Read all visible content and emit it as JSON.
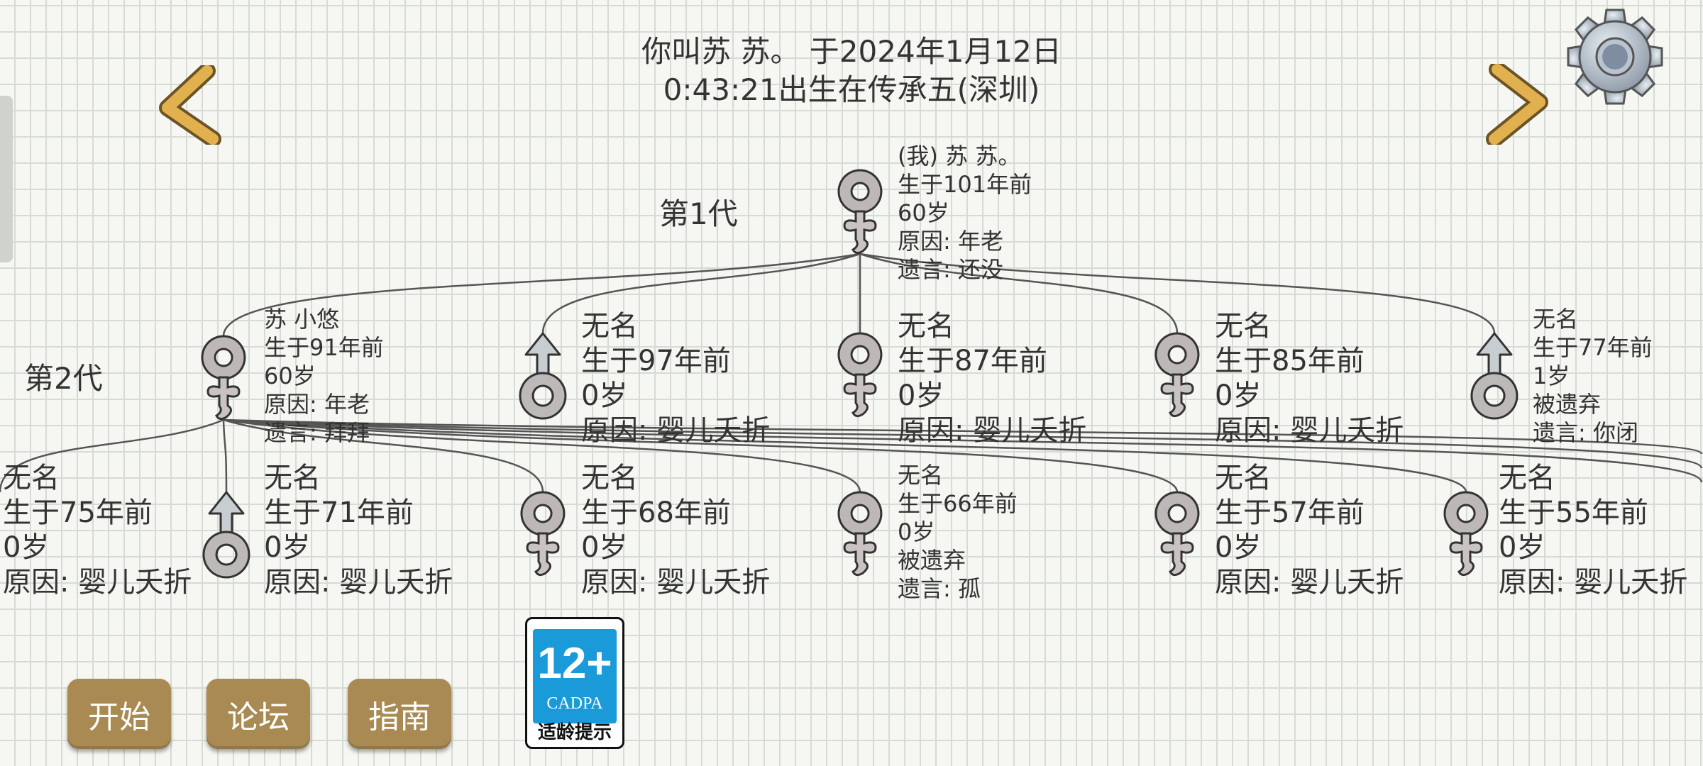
{
  "header": {
    "title_line1": "你叫苏 苏。 于2024年1月12日",
    "title_line2": "0:43:21出生在传承五(深圳)"
  },
  "icons": {
    "prev": "chevron-left-icon",
    "next": "chevron-right-icon",
    "settings": "gear-icon"
  },
  "colors": {
    "button": "#a88a52",
    "badge_blue": "#1a9ad9",
    "arrow": "#e2b14f"
  },
  "generations": [
    {
      "label": "第1代"
    },
    {
      "label": "第2代"
    }
  ],
  "tree": {
    "gen1": [
      {
        "gender": "female",
        "size": "small",
        "lines": [
          "(我) 苏 苏。",
          "生于101年前",
          "60岁",
          "原因: 年老",
          "遗言: 还没"
        ]
      }
    ],
    "gen2": [
      {
        "gender": "female",
        "size": "small",
        "lines": [
          "苏 小悠",
          "生于91年前",
          "60岁",
          "原因: 年老",
          "遗言: 拜拜"
        ]
      },
      {
        "gender": "male",
        "size": "large",
        "lines": [
          "无名",
          "生于97年前",
          "0岁",
          "原因: 婴儿夭折"
        ]
      },
      {
        "gender": "female",
        "size": "large",
        "lines": [
          "无名",
          "生于87年前",
          "0岁",
          "原因: 婴儿夭折"
        ]
      },
      {
        "gender": "female",
        "size": "large",
        "lines": [
          "无名",
          "生于85年前",
          "0岁",
          "原因: 婴儿夭折"
        ]
      },
      {
        "gender": "male",
        "size": "small",
        "lines": [
          "无名",
          "生于77年前",
          "1岁",
          "被遗弃",
          "遗言: 你闭"
        ]
      }
    ],
    "gen3": [
      {
        "gender": "female",
        "size": "large",
        "lines": [
          "无名",
          "生于75年前",
          "0岁",
          "原因: 婴儿夭折"
        ]
      },
      {
        "gender": "male",
        "size": "large",
        "lines": [
          "无名",
          "生于71年前",
          "0岁",
          "原因: 婴儿夭折"
        ]
      },
      {
        "gender": "female",
        "size": "large",
        "lines": [
          "无名",
          "生于68年前",
          "0岁",
          "原因: 婴儿夭折"
        ]
      },
      {
        "gender": "female",
        "size": "small",
        "lines": [
          "无名",
          "生于66年前",
          "0岁",
          "被遗弃",
          "遗言: 孤"
        ]
      },
      {
        "gender": "female",
        "size": "large",
        "lines": [
          "无名",
          "生于57年前",
          "0岁",
          "原因: 婴儿夭折"
        ]
      },
      {
        "gender": "female",
        "size": "large",
        "lines": [
          "无名",
          "生于55年前",
          "0岁",
          "原因: 婴儿夭折"
        ]
      }
    ]
  },
  "buttons": {
    "start": "开始",
    "forum": "论坛",
    "guide": "指南"
  },
  "age_badge": {
    "age": "12+",
    "org": "CADPA",
    "tip": "适龄提示"
  }
}
